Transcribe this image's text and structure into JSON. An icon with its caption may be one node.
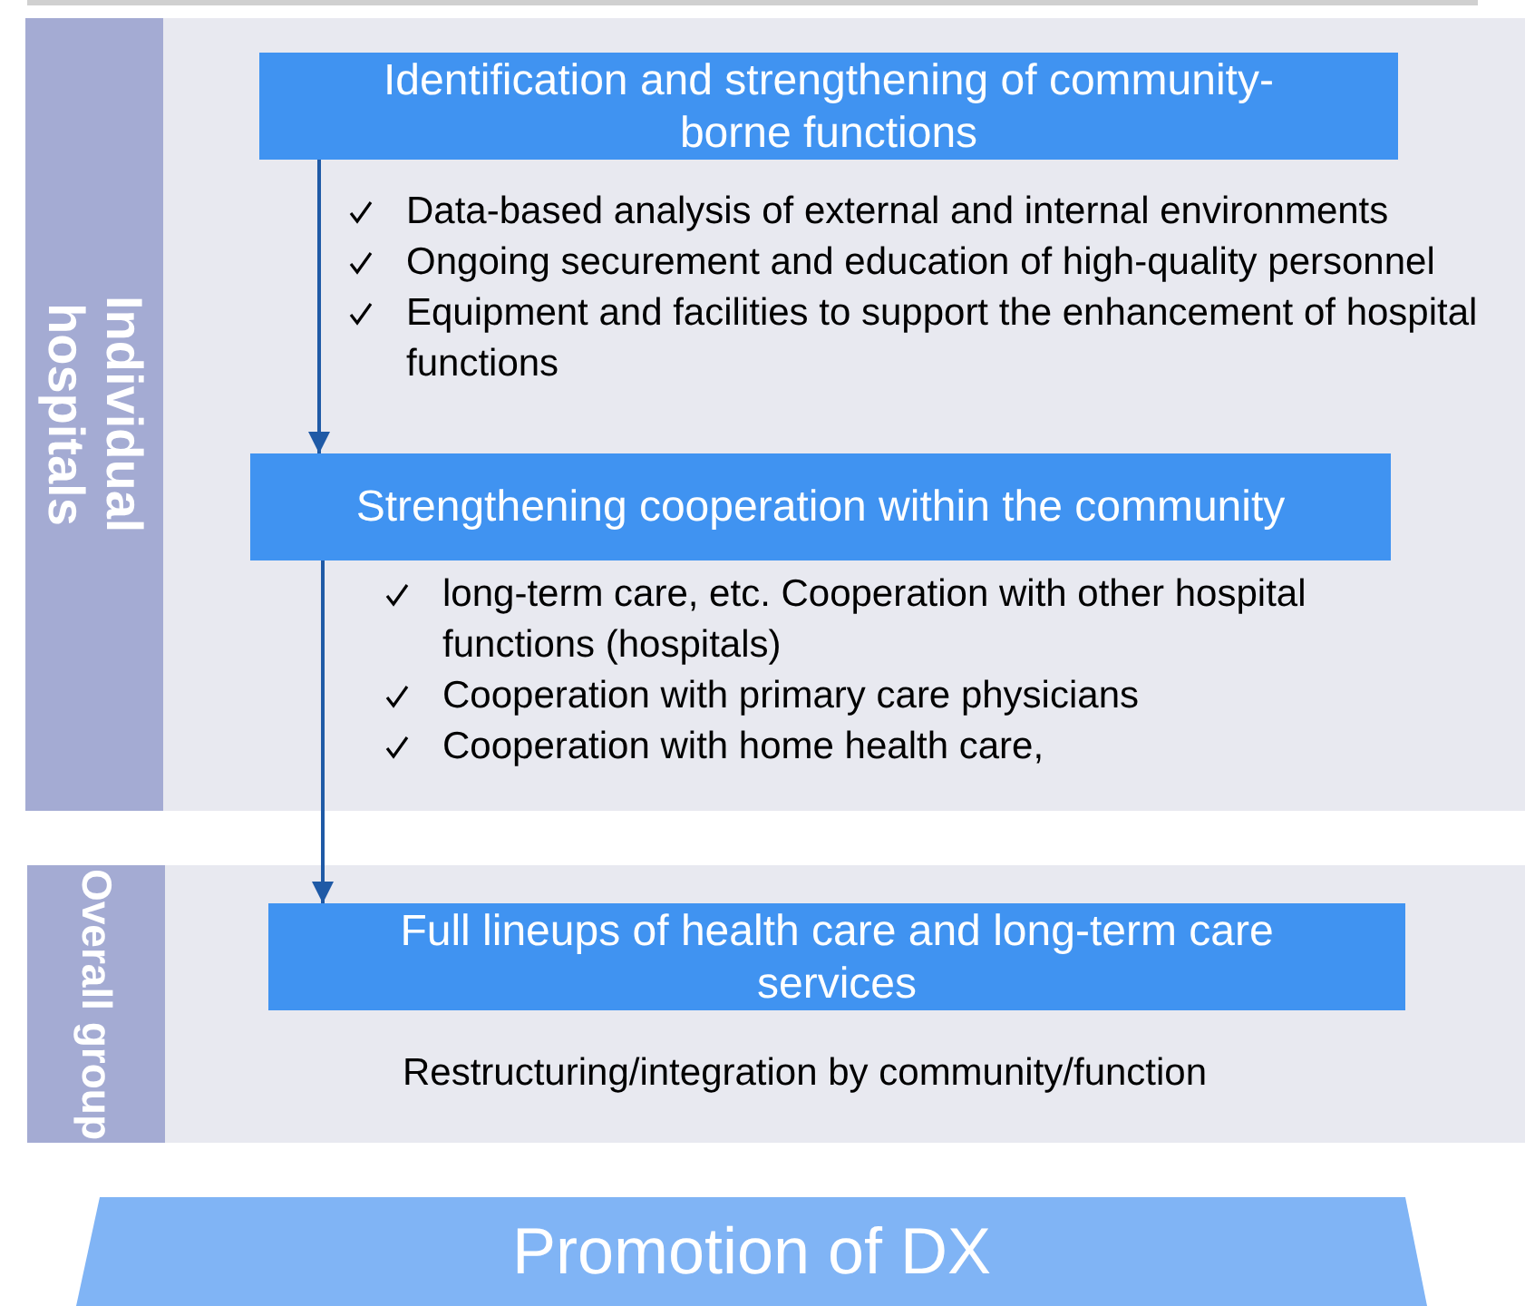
{
  "diagram": {
    "nodes": [
      {
        "text": [
          "Individual hospitals"
        ]
      },
      {
        "text": [
          "Identification and strengthening of community-borne functions"
        ],
        "in": 0,
        "beside": [
          "Data-based analysis of external and internal environments",
          "Ongoing securement and education of high-quality personnel",
          "Equipment and facilities to support the enhancement of hospital functions"
        ]
      },
      {
        "text": [
          "Strengthening cooperation within the community"
        ],
        "in": 0,
        "beside": [
          "long-term care, etc. Cooperation with other hospital functions (hospitals)",
          "Cooperation with primary care physicians",
          "Cooperation with home health care,"
        ]
      },
      {
        "text": [
          "Overall group"
        ]
      },
      {
        "text": [
          "Full lineups of health care and long-term care services"
        ],
        "in": 3,
        "beside": [
          "Restructuring/integration by community/function"
        ]
      },
      {
        "text": [
          "Promotion of DX"
        ]
      }
    ],
    "edges": [
      {
        "from": 1,
        "to": 2,
        "arrow": "to"
      },
      {
        "from": 2,
        "to": 4,
        "arrow": "to"
      }
    ]
  }
}
